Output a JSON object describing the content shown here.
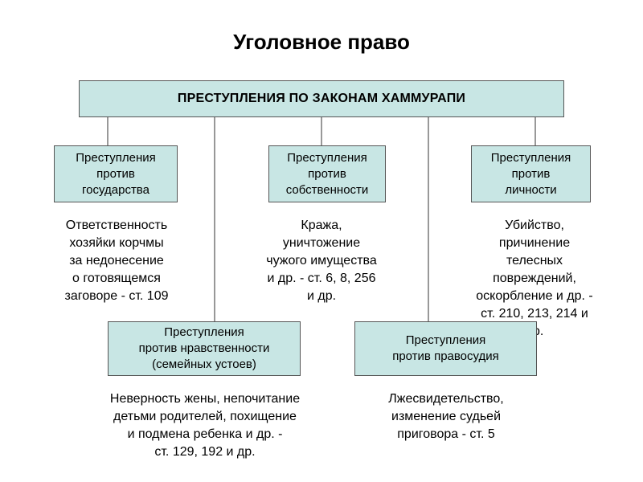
{
  "title": "Уголовное право",
  "main_box": "ПРЕСТУПЛЕНИЯ ПО ЗАКОНАМ ХАММУРАПИ",
  "categories": [
    {
      "label": "Преступления\nпротив\nгосударства",
      "description": "Ответственность\nхозяйки корчмы\nза недонесение\nо готовящемся\nзаговоре - ст. 109"
    },
    {
      "label": "Преступления\nпротив\nсобственности",
      "description": "Кража,\nуничтожение\nчужого имущества\nи др. - ст. 6, 8, 256\nи др."
    },
    {
      "label": "Преступления\nпротив\nличности",
      "description": "Убийство,\nпричинение\nтелесных\nповреждений,\nоскорбление и др. -\nст. 210, 213, 214 и\nдр."
    },
    {
      "label": "Преступления\nпротив нравственности\n(семейных устоев)",
      "description": "Неверность жены, непочитание\nдетьми родителей, похищение\nи подмена ребенка и др. -\nст. 129, 192 и др."
    },
    {
      "label": "Преступления\nпротив правосудия",
      "description": "Лжесвидетельство,\nизменение судьей\nприговора - ст. 5"
    }
  ]
}
